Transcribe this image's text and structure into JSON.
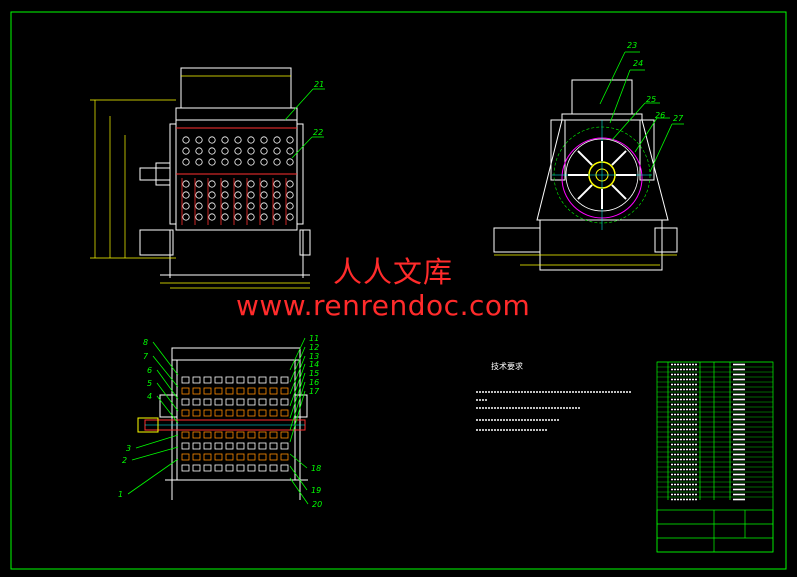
{
  "watermark": {
    "chinese": "人人文库",
    "url": "www.renrendoc.com",
    "color": "#ff2b2b"
  },
  "colors": {
    "background": "#000000",
    "frame": "#00ff00",
    "geometry": "#ffffff",
    "dimension": "#ffff00",
    "leader": "#00ff00",
    "section": "#ff3030",
    "hidden": "#ff00ff",
    "center": "#00ffff"
  },
  "notes": {
    "title": "技术要求"
  },
  "part_callouts": {
    "front_view": [
      "21",
      "22"
    ],
    "side_view": [
      "23",
      "24",
      "25",
      "26",
      "27"
    ],
    "section_left": [
      "8",
      "7",
      "6",
      "5",
      "4",
      "3",
      "2",
      "1"
    ],
    "section_right": [
      "11",
      "12",
      "13",
      "14",
      "15",
      "16",
      "17",
      "18",
      "19",
      "20"
    ]
  }
}
